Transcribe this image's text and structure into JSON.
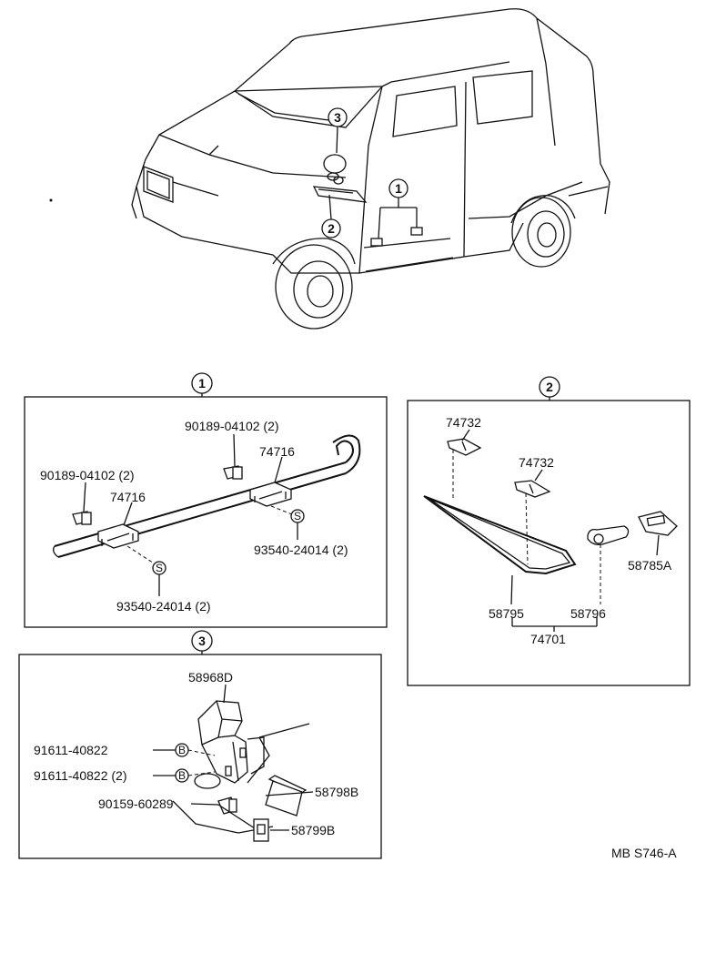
{
  "diagram_id": "MB S746-A",
  "vehicle_callouts": [
    "3",
    "1",
    "2"
  ],
  "section1": {
    "number": "1",
    "labels": {
      "bolt_right": "90189-04102 (2)",
      "bracket_right": "74716",
      "bolt_left": "90189-04102 (2)",
      "bracket_left": "74716",
      "clip_right": "93540-24014 (2)",
      "clip_left": "93540-24014 (2)",
      "s_mark": "S"
    }
  },
  "section2": {
    "number": "2",
    "labels": {
      "hinge_top": "74732",
      "hinge_mid": "74732",
      "glass": "58795",
      "rod": "58796",
      "lock": "58785A",
      "assembly": "74701"
    }
  },
  "section3": {
    "number": "3",
    "labels": {
      "box": "58968D",
      "screw_a": "91611-40822",
      "screw_b": "91611-40822 (2)",
      "bolt": "90159-60289",
      "strap": "58798B",
      "clip": "58799B",
      "b_mark": "B"
    }
  }
}
